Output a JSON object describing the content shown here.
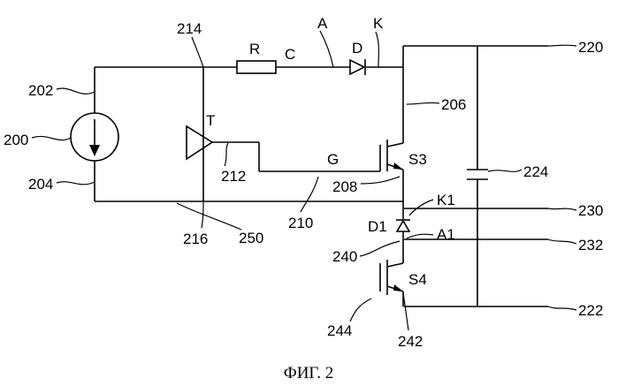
{
  "caption": "ФИГ. 2",
  "labels": {
    "l200": "200",
    "l202": "202",
    "l204": "204",
    "l214": "214",
    "l216": "216",
    "l250": "250",
    "lR": "R",
    "lC": "C",
    "lA": "A",
    "lD": "D",
    "lK": "K",
    "l220": "220",
    "l206": "206",
    "lT": "T",
    "l212": "212",
    "lG": "G",
    "l210": "210",
    "lS3": "S3",
    "l208": "208",
    "l224": "224",
    "lK1": "K1",
    "l230": "230",
    "lD1": "D1",
    "lA1": "A1",
    "l232": "232",
    "l240": "240",
    "lS4": "S4",
    "l222": "222",
    "l244": "244",
    "l242": "242"
  }
}
